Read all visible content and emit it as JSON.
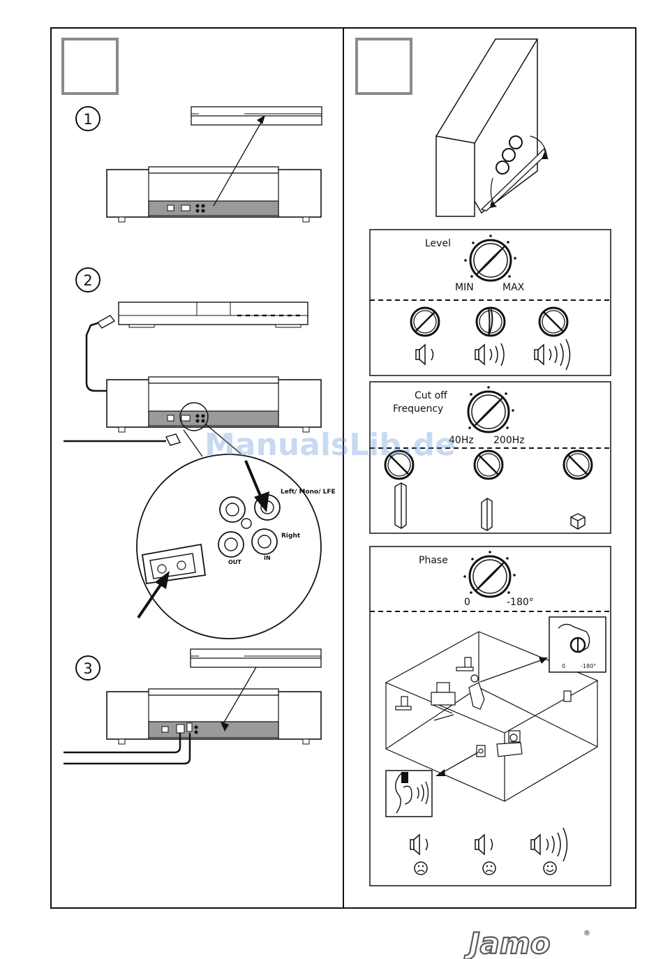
{
  "steps": [
    "1",
    "2",
    "3"
  ],
  "connectors": {
    "left_mono_lfe": "Left/ Mono/ LFE",
    "right": "Right",
    "out": "OUT",
    "in": "IN"
  },
  "level": {
    "title": "Level",
    "min": "MIN",
    "max": "MAX"
  },
  "cutoff": {
    "title_line1": "Cut off",
    "title_line2": "Frequency",
    "low": "40Hz",
    "high": "200Hz"
  },
  "phase": {
    "title": "Phase",
    "zero": "0",
    "inverse": "-180°",
    "inset_zero": "0",
    "inset_inverse": "-180°"
  },
  "watermark": "ManualsLib.de",
  "brand": {
    "logo": "Jamo",
    "registered": "®"
  }
}
